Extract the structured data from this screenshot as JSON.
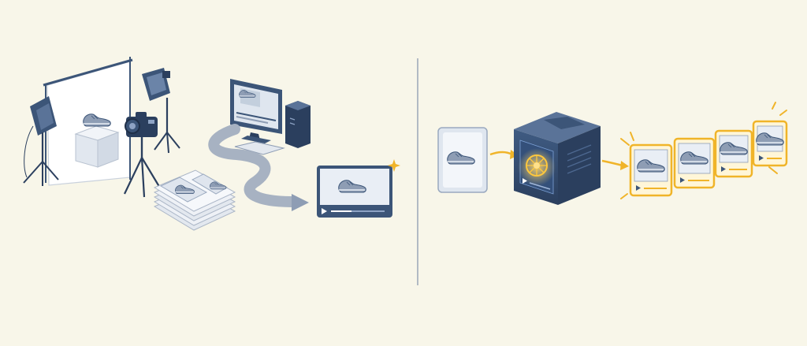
{
  "panels": [
    {
      "id": "traditional",
      "description_items": [
        "photo-studio",
        "photo-prints-stack",
        "editing-workstation",
        "finished-video"
      ]
    },
    {
      "id": "ai-generated",
      "description_items": [
        "product-photo",
        "ai-processor-box",
        "generated-video-variations"
      ]
    }
  ],
  "generated_variation_count": 4,
  "colors": {
    "background": "#f8f6e9",
    "navy": "#3c5578",
    "navy_dark": "#2b3f5e",
    "slate": "#8e9db4",
    "light_panel": "#e9eef5",
    "arrow_gray": "#a7b2c2",
    "accent_gold": "#f0b429",
    "divider": "#9aa6b7"
  },
  "icons": [
    "camera-icon",
    "softbox-light-icon",
    "tripod-icon",
    "sneaker-icon",
    "monitor-icon",
    "play-icon",
    "brain-chip-icon",
    "sparkle-icon"
  ]
}
